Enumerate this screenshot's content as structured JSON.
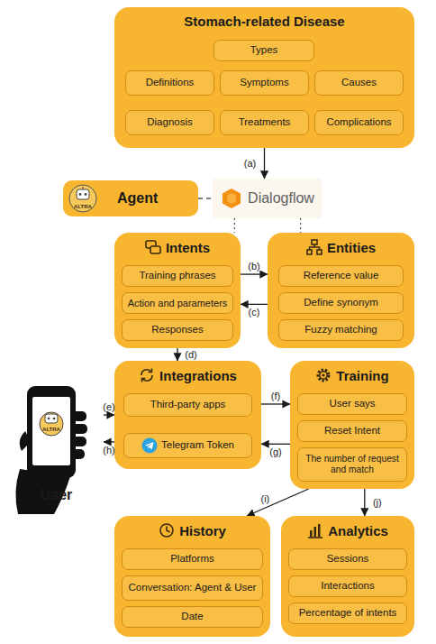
{
  "diagram": {
    "nodes": [
      {
        "text": [
          "Stomach-related Disease"
        ]
      },
      {
        "text": [
          "Types"
        ],
        "in": 0
      },
      {
        "text": [
          "Definitions"
        ],
        "in": 0
      },
      {
        "text": [
          "Symptoms"
        ],
        "in": 0
      },
      {
        "text": [
          "Causes"
        ],
        "in": 0
      },
      {
        "text": [
          "Diagnosis"
        ],
        "in": 0
      },
      {
        "text": [
          "Treatments"
        ],
        "in": 0
      },
      {
        "text": [
          "Complications"
        ],
        "in": 0
      },
      {
        "text": [
          "Agent"
        ]
      },
      {
        "text": [
          "Dialogflow"
        ]
      },
      {
        "text": [
          "Intents"
        ]
      },
      {
        "text": [
          "Training phrases"
        ],
        "in": 10
      },
      {
        "text": [
          "Action and parameters"
        ],
        "in": 10
      },
      {
        "text": [
          "Responses"
        ],
        "in": 10
      },
      {
        "text": [
          "Entities"
        ]
      },
      {
        "text": [
          "Reference value"
        ],
        "in": 14
      },
      {
        "text": [
          "Define synonym"
        ],
        "in": 14
      },
      {
        "text": [
          "Fuzzy matching"
        ],
        "in": 14
      },
      {
        "text": [
          "Integrations"
        ]
      },
      {
        "text": [
          "Third-party apps"
        ],
        "in": 18
      },
      {
        "text": [
          "Telegram Token"
        ],
        "in": 18
      },
      {
        "text": [
          "Training"
        ]
      },
      {
        "text": [
          "User says"
        ],
        "in": 21
      },
      {
        "text": [
          "Reset Intent"
        ],
        "in": 21
      },
      {
        "text": [
          "The number of request and match"
        ],
        "in": 21
      },
      {
        "text": [
          "History"
        ]
      },
      {
        "text": [
          "Platforms"
        ],
        "in": 25
      },
      {
        "text": [
          "Conversation: Agent & User"
        ],
        "in": 25
      },
      {
        "text": [
          "Date"
        ],
        "in": 25
      },
      {
        "text": [
          "Analytics"
        ]
      },
      {
        "text": [
          "Sessions"
        ],
        "in": 29
      },
      {
        "text": [
          "Interactions"
        ],
        "in": 29
      },
      {
        "text": [
          "Percentage of intents"
        ],
        "in": 29
      },
      {
        "text": [
          "User"
        ]
      }
    ],
    "edges": [
      {
        "from": 0,
        "to": 9,
        "label": "(a)",
        "arrow": "to"
      },
      {
        "from": 8,
        "to": 9,
        "arrow": "none"
      },
      {
        "from": 9,
        "to": 10,
        "arrow": "none"
      },
      {
        "from": 9,
        "to": 14,
        "arrow": "none"
      },
      {
        "from": 10,
        "to": 14,
        "label": "(b)",
        "arrow": "to"
      },
      {
        "from": 14,
        "to": 10,
        "label": "(c)",
        "arrow": "to"
      },
      {
        "from": 10,
        "to": 18,
        "label": "(d)",
        "arrow": "to"
      },
      {
        "from": 33,
        "to": 18,
        "label": "(e)",
        "arrow": "to"
      },
      {
        "from": 18,
        "to": 33,
        "label": "(h)",
        "arrow": "to"
      },
      {
        "from": 18,
        "to": 21,
        "label": "(f)",
        "arrow": "to"
      },
      {
        "from": 21,
        "to": 18,
        "label": "(g)",
        "arrow": "to"
      },
      {
        "from": 21,
        "to": 25,
        "label": "(i)",
        "arrow": "to"
      },
      {
        "from": 21,
        "to": 29,
        "label": "(j)",
        "arrow": "to"
      },
      {
        "from": 19,
        "to": 20,
        "arrow": "none"
      }
    ],
    "labels": [
      "ALTRA",
      "ALTRA"
    ]
  }
}
